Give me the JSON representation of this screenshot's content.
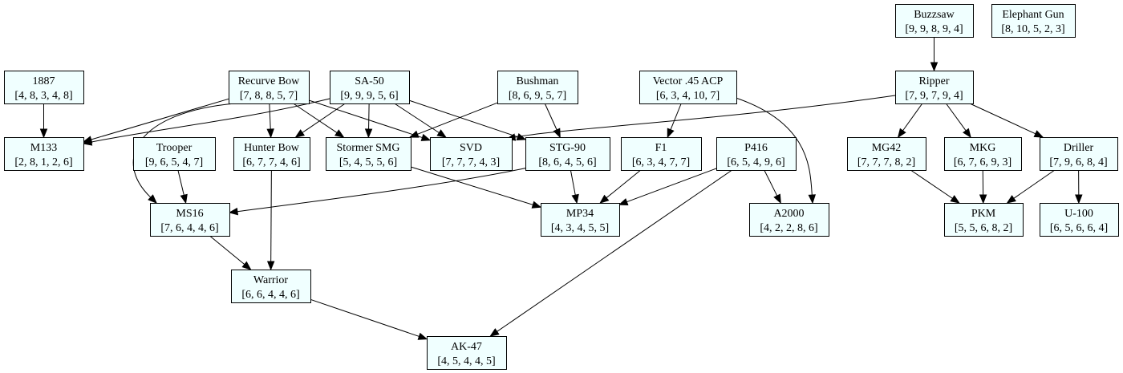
{
  "colors": {
    "node_fill": "#f0ffff",
    "node_border": "#000000",
    "edge": "#000000",
    "background": "#ffffff"
  },
  "nodes": [
    {
      "id": "buzzsaw",
      "name": "Buzzsaw",
      "stats": "[9, 9, 8, 9, 4]"
    },
    {
      "id": "elephant-gun",
      "name": "Elephant Gun",
      "stats": "[8, 10, 5, 2, 3]"
    },
    {
      "id": "1887",
      "name": "1887",
      "stats": "[4, 8, 3, 4, 8]"
    },
    {
      "id": "recurve-bow",
      "name": "Recurve Bow",
      "stats": "[7, 8, 8, 5, 7]"
    },
    {
      "id": "sa-50",
      "name": "SA-50",
      "stats": "[9, 9, 9, 5, 6]"
    },
    {
      "id": "bushman",
      "name": "Bushman",
      "stats": "[8, 6, 9, 5, 7]"
    },
    {
      "id": "vector-45-acp",
      "name": "Vector .45 ACP",
      "stats": "[6, 3, 4, 10, 7]"
    },
    {
      "id": "ripper",
      "name": "Ripper",
      "stats": "[7, 9, 7, 9, 4]"
    },
    {
      "id": "m133",
      "name": "M133",
      "stats": "[2, 8, 1, 2, 6]"
    },
    {
      "id": "trooper",
      "name": "Trooper",
      "stats": "[9, 6, 5, 4, 7]"
    },
    {
      "id": "hunter-bow",
      "name": "Hunter Bow",
      "stats": "[6, 7, 7, 4, 6]"
    },
    {
      "id": "stormer-smg",
      "name": "Stormer SMG",
      "stats": "[5, 4, 5, 5, 6]"
    },
    {
      "id": "svd",
      "name": "SVD",
      "stats": "[7, 7, 7, 4, 3]"
    },
    {
      "id": "stg-90",
      "name": "STG-90",
      "stats": "[8, 6, 4, 5, 6]"
    },
    {
      "id": "f1",
      "name": "F1",
      "stats": "[6, 3, 4, 7, 7]"
    },
    {
      "id": "p416",
      "name": "P416",
      "stats": "[6, 5, 4, 9, 6]"
    },
    {
      "id": "mg42",
      "name": "MG42",
      "stats": "[7, 7, 7, 8, 2]"
    },
    {
      "id": "mkg",
      "name": "MKG",
      "stats": "[6, 7, 6, 9, 3]"
    },
    {
      "id": "driller",
      "name": "Driller",
      "stats": "[7, 9, 6, 8, 4]"
    },
    {
      "id": "ms16",
      "name": "MS16",
      "stats": "[7, 6, 4, 4, 6]"
    },
    {
      "id": "mp34",
      "name": "MP34",
      "stats": "[4, 3, 4, 5, 5]"
    },
    {
      "id": "a2000",
      "name": "A2000",
      "stats": "[4, 2, 2, 8, 6]"
    },
    {
      "id": "pkm",
      "name": "PKM",
      "stats": "[5, 5, 6, 8, 2]"
    },
    {
      "id": "u-100",
      "name": "U-100",
      "stats": "[6, 5, 6, 6, 4]"
    },
    {
      "id": "warrior",
      "name": "Warrior",
      "stats": "[6, 6, 4, 4, 6]"
    },
    {
      "id": "ak-47",
      "name": "AK-47",
      "stats": "[4, 5, 4, 4, 5]"
    }
  ],
  "edges": [
    {
      "from": "buzzsaw",
      "to": "ripper"
    },
    {
      "from": "1887",
      "to": "m133"
    },
    {
      "from": "recurve-bow",
      "to": "m133"
    },
    {
      "from": "recurve-bow",
      "to": "ms16"
    },
    {
      "from": "recurve-bow",
      "to": "hunter-bow"
    },
    {
      "from": "recurve-bow",
      "to": "stormer-smg"
    },
    {
      "from": "recurve-bow",
      "to": "svd"
    },
    {
      "from": "sa-50",
      "to": "m133"
    },
    {
      "from": "sa-50",
      "to": "hunter-bow"
    },
    {
      "from": "sa-50",
      "to": "stormer-smg"
    },
    {
      "from": "sa-50",
      "to": "svd"
    },
    {
      "from": "sa-50",
      "to": "stg-90"
    },
    {
      "from": "bushman",
      "to": "stormer-smg"
    },
    {
      "from": "bushman",
      "to": "stg-90"
    },
    {
      "from": "vector-45-acp",
      "to": "f1"
    },
    {
      "from": "vector-45-acp",
      "to": "a2000"
    },
    {
      "from": "ripper",
      "to": "svd"
    },
    {
      "from": "ripper",
      "to": "mg42"
    },
    {
      "from": "ripper",
      "to": "mkg"
    },
    {
      "from": "ripper",
      "to": "driller"
    },
    {
      "from": "trooper",
      "to": "ms16"
    },
    {
      "from": "hunter-bow",
      "to": "warrior"
    },
    {
      "from": "stormer-smg",
      "to": "mp34"
    },
    {
      "from": "stg-90",
      "to": "ms16"
    },
    {
      "from": "stg-90",
      "to": "mp34"
    },
    {
      "from": "f1",
      "to": "mp34"
    },
    {
      "from": "p416",
      "to": "mp34"
    },
    {
      "from": "p416",
      "to": "a2000"
    },
    {
      "from": "p416",
      "to": "ak-47"
    },
    {
      "from": "mg42",
      "to": "pkm"
    },
    {
      "from": "mkg",
      "to": "pkm"
    },
    {
      "from": "driller",
      "to": "pkm"
    },
    {
      "from": "driller",
      "to": "u-100"
    },
    {
      "from": "ms16",
      "to": "warrior"
    },
    {
      "from": "warrior",
      "to": "ak-47"
    }
  ]
}
